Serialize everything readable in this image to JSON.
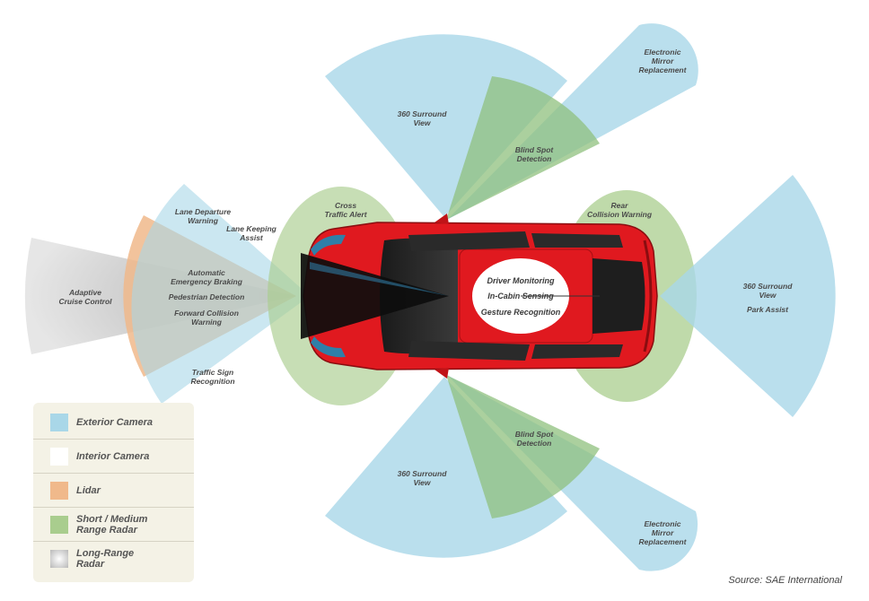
{
  "colors": {
    "exterior_camera": "#a9d7e8",
    "interior_camera": "#ffffff",
    "lidar": "#f0b98b",
    "radar": "#a9cd8e",
    "long_range": "#c9c9c9",
    "car_body": "#e0191f",
    "legend_bg": "#f4f2e6"
  },
  "zones": {
    "adaptive_cruise": "Adaptive\nCruise Control",
    "lane_departure": "Lane Departure\nWarning",
    "lane_keeping": "Lane Keeping\nAssist",
    "aeb": "Automatic\nEmergency Braking",
    "pedestrian": "Pedestrian Detection",
    "forward_collision": "Forward Collision\nWarning",
    "traffic_sign": "Traffic Sign\nRecognition",
    "cross_traffic": "Cross\nTraffic Alert",
    "surround_top": "360 Surround\nView",
    "blind_spot_top": "Blind Spot\nDetection",
    "mirror_top": "Electronic\nMirror\nReplacement",
    "rear_collision": "Rear\nCollision Warning",
    "surround_rear": "360 Surround\nView",
    "park_assist": "Park Assist",
    "blind_spot_bottom": "Blind Spot\nDetection",
    "surround_bottom": "360 Surround\nView",
    "mirror_bottom": "Electronic\nMirror\nReplacement"
  },
  "cabin": {
    "driver_monitoring": "Driver Monitoring",
    "in_cabin_sensing": "In-Cabin Sensing",
    "gesture_recognition": "Gesture Recognition"
  },
  "legend": {
    "items": [
      {
        "label": "Exterior Camera",
        "swatch_color": "#a9d7e8"
      },
      {
        "label": "Interior Camera",
        "swatch_color": "#ffffff"
      },
      {
        "label": "Lidar",
        "swatch_color": "#f0b98b"
      },
      {
        "label": "Short / Medium\nRange Radar",
        "swatch_color": "#a9cd8e"
      },
      {
        "label": "Long-Range\nRadar",
        "swatch_color": "#d8d8d8"
      }
    ]
  },
  "source": "Source: SAE International"
}
